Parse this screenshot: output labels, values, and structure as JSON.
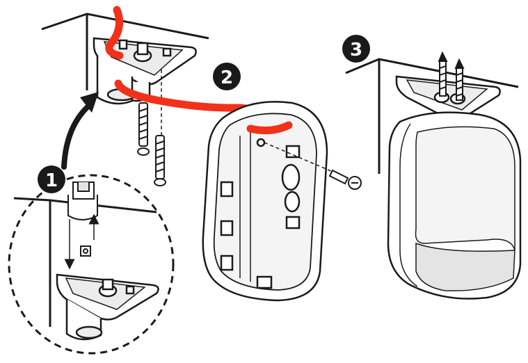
{
  "steps": [
    {
      "number": "1"
    },
    {
      "number": "2"
    },
    {
      "number": "3"
    }
  ],
  "colors": {
    "line": "#1a1a1a",
    "cable": "#f2311b",
    "badge": "#1a1a1a",
    "surface": "#ffffff",
    "shade": "#e4e4e4"
  }
}
